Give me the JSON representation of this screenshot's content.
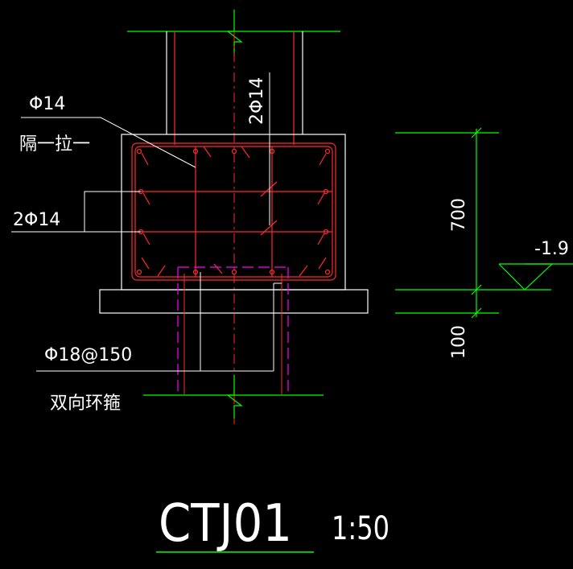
{
  "drawing": {
    "title": "CTJ01",
    "scale": "1:50",
    "labels": {
      "rebar_phi14": "Φ14",
      "tie_spacing": "隔一拉一",
      "rebar_2phi14_left": "2Φ14",
      "rebar_2phi14_vertical": "2Φ14",
      "stirrup": "Φ18@150",
      "stirrup_note": "双向环箍"
    },
    "dimensions": {
      "height_700": "700",
      "height_100": "100"
    },
    "elevation": "-1.9"
  },
  "colors": {
    "background": "#000000",
    "outline": "#ffffff",
    "rebar": "#ff2a2a",
    "dimension": "#00ff00",
    "centerline": "#ff00ff",
    "section_break": "#00ff00"
  }
}
